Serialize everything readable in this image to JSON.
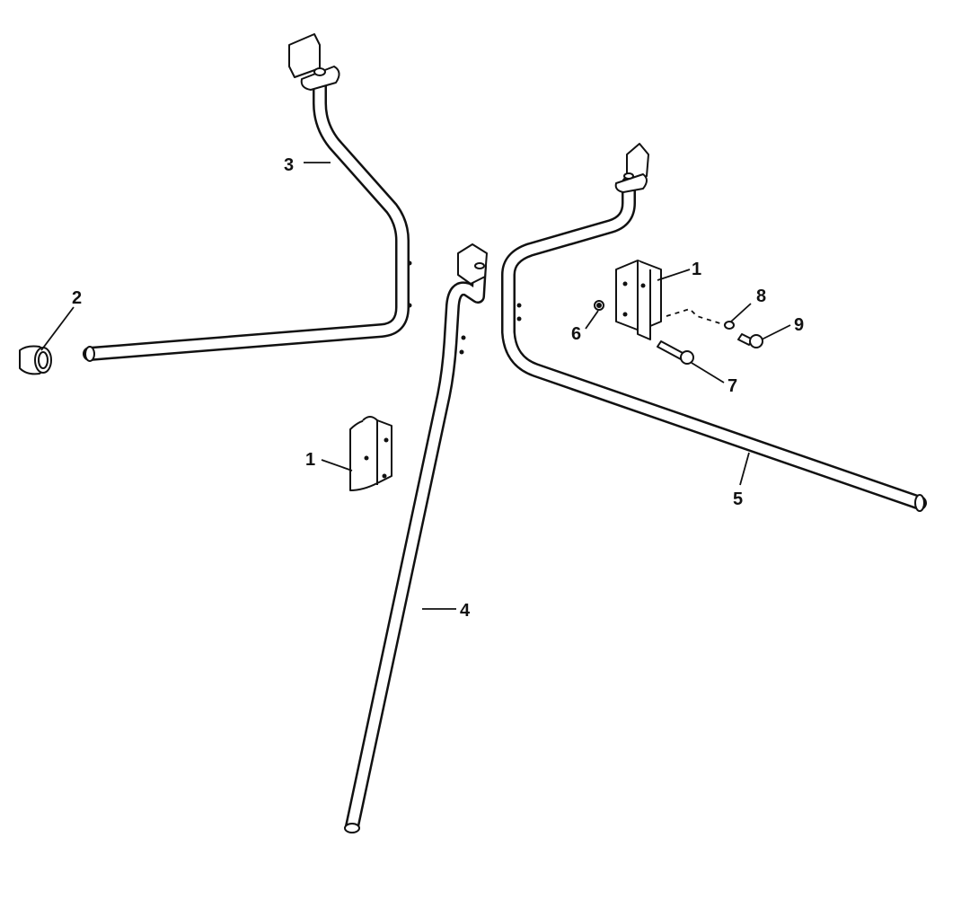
{
  "callouts": [
    {
      "id": "1a",
      "label": "1",
      "part": "clamp-bracket"
    },
    {
      "id": "1b",
      "label": "1",
      "part": "clamp-bracket"
    },
    {
      "id": "2",
      "label": "2",
      "part": "end-cap"
    },
    {
      "id": "3",
      "label": "3",
      "part": "left-arm-tube"
    },
    {
      "id": "4",
      "label": "4",
      "part": "center-leg-tube"
    },
    {
      "id": "5",
      "label": "5",
      "part": "right-arm-tube"
    },
    {
      "id": "6",
      "label": "6",
      "part": "nut"
    },
    {
      "id": "7",
      "label": "7",
      "part": "bolt"
    },
    {
      "id": "8",
      "label": "8",
      "part": "washer"
    },
    {
      "id": "9",
      "label": "9",
      "part": "screw"
    }
  ]
}
